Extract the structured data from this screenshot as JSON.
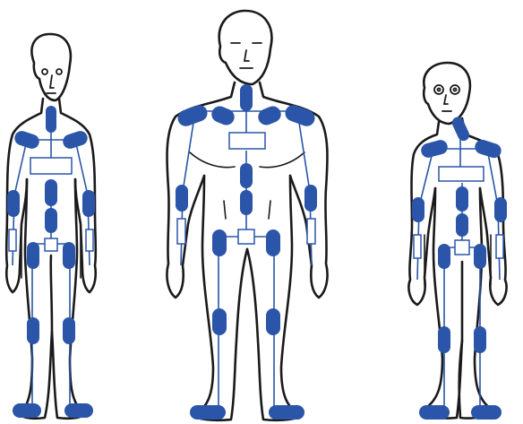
{
  "colors": {
    "skeleton": "#2a55a8",
    "outline": "#1a1a1a",
    "background": "#ffffff"
  },
  "figures": [
    {
      "name": "figure-left",
      "skeleton": "blue-segment-rig"
    },
    {
      "name": "figure-center",
      "skeleton": "blue-segment-rig"
    },
    {
      "name": "figure-right",
      "skeleton": "blue-segment-rig"
    }
  ]
}
